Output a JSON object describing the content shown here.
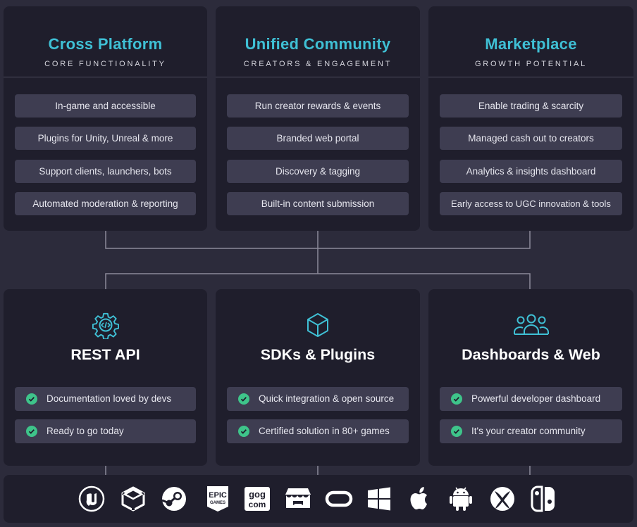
{
  "top_cards": [
    {
      "title": "Cross Platform",
      "subtitle": "CORE FUNCTIONALITY",
      "items": [
        "In-game and accessible",
        "Plugins for Unity, Unreal & more",
        "Support clients, launchers, bots",
        "Automated moderation & reporting"
      ]
    },
    {
      "title": "Unified Community",
      "subtitle": "CREATORS & ENGAGEMENT",
      "items": [
        "Run creator rewards & events",
        "Branded web portal",
        "Discovery & tagging",
        "Built-in content submission"
      ]
    },
    {
      "title": "Marketplace",
      "subtitle": "GROWTH POTENTIAL",
      "items": [
        "Enable trading & scarcity",
        "Managed cash out to creators",
        "Analytics & insights dashboard",
        "Early access to UGC innovation & tools"
      ]
    }
  ],
  "bottom_cards": [
    {
      "icon": "gear-code-icon",
      "title": "REST API",
      "items": [
        "Documentation loved by devs",
        "Ready to go today"
      ]
    },
    {
      "icon": "cube-icon",
      "title": "SDKs & Plugins",
      "items": [
        "Quick integration & open source",
        "Certified solution in 80+ games"
      ]
    },
    {
      "icon": "people-group-icon",
      "title": "Dashboards & Web",
      "items": [
        "Powerful developer dashboard",
        "It's your creator community"
      ]
    }
  ],
  "platform_logos": {
    "icons": [
      "unreal-engine-icon",
      "unity-icon",
      "steam-icon",
      "epic-games-icon",
      "gog-icon",
      "itch-io-icon",
      "oculus-icon",
      "windows-icon",
      "apple-icon",
      "android-icon",
      "xbox-icon",
      "nintendo-switch-icon"
    ],
    "epic_text": [
      "EPIC",
      "GAMES"
    ],
    "gog_text": [
      "gog",
      "com"
    ]
  },
  "colors": {
    "background": "#2c2b3b",
    "card": "#1f1e2c",
    "pill": "#3e3d51",
    "accent_cyan": "#3fc0d5",
    "check_green": "#3ec48a"
  }
}
